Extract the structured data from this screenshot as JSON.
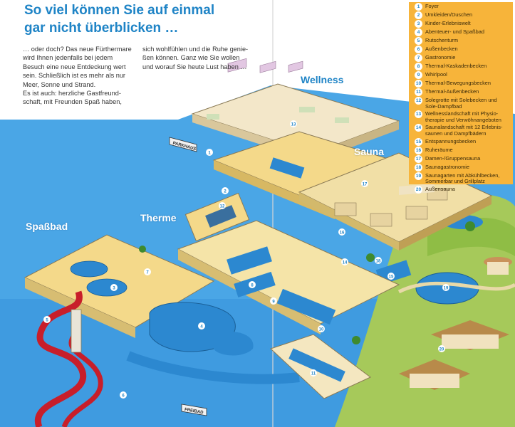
{
  "headline": {
    "line1": "So viel können Sie auf einmal",
    "line2": "gar nicht überblicken …"
  },
  "intro": {
    "left_lines": [
      "… oder doch? Das neue Fürthermare",
      "wird Ihnen jedenfalls bei jedem",
      "Besuch eine neue Entdeckung wert",
      "sein. Schließlich ist es mehr als nur",
      "Meer, Sonne und Strand.",
      "Es ist auch: herzliche Gastfreund-",
      "schaft, mit Freunden Spaß haben,"
    ],
    "right_lines": [
      "sich wohlfühlen und die Ruhe genie-",
      "ßen können. Ganz wie Sie wollen",
      "und worauf Sie heute Lust haben …"
    ]
  },
  "areas": {
    "wellness": "Wellness",
    "sauna": "Sauna",
    "spassbad": "Spaßbad",
    "therme": "Therme"
  },
  "signs": {
    "parkhaus": "PARKHAUS",
    "freibad": "FREIBAD"
  },
  "legend": [
    {
      "num": "1",
      "label": "Foyer"
    },
    {
      "num": "2",
      "label": "Umkleiden/Duschen"
    },
    {
      "num": "3",
      "label": "Kinder-Erlebniswelt"
    },
    {
      "num": "4",
      "label": "Abenteuer- und Spaßbad"
    },
    {
      "num": "5",
      "label": "Rutschenturm"
    },
    {
      "num": "6",
      "label": "Außenbecken"
    },
    {
      "num": "7",
      "label": "Gastronomie"
    },
    {
      "num": "8",
      "label": "Thermal-Kaskadenbecken"
    },
    {
      "num": "9",
      "label": "Whirlpool"
    },
    {
      "num": "10",
      "label": "Thermal-Bewegungsbecken"
    },
    {
      "num": "11",
      "label": "Thermal-Außenbecken"
    },
    {
      "num": "12",
      "label": "Solegrotte mit Solebecken und\nSole-Dampfbad"
    },
    {
      "num": "13",
      "label": "Wellnesslandschaft mit Physio-\ntherapie und Verwöhnangeboten"
    },
    {
      "num": "14",
      "label": "Saunalandschaft mit 12 Erlebnis-\nsaunen und Dampfbädern"
    },
    {
      "num": "15",
      "label": "Entspannungsbecken"
    },
    {
      "num": "16",
      "label": "Ruheräume"
    },
    {
      "num": "17",
      "label": "Damen-/Gruppensauna"
    },
    {
      "num": "18",
      "label": "Saunagastronomie"
    },
    {
      "num": "19",
      "label": "Saunagarten mit Abkühlbecken,\nSommerbar und Grillplatz"
    },
    {
      "num": "20",
      "label": "Außensauna"
    }
  ],
  "map_markers": [
    "1",
    "2",
    "3",
    "4",
    "5",
    "6",
    "7",
    "8",
    "9",
    "10",
    "11",
    "12",
    "13",
    "14",
    "15",
    "16",
    "17",
    "18",
    "19",
    "20"
  ],
  "colors": {
    "headline_blue": "#1f84c6",
    "legend_orange": "#f7b43a",
    "water_blue": "#2c88d0",
    "sky_blue": "#4aa6e6",
    "floor_yellow": "#f4d98a",
    "grass_green": "#a6c95a",
    "slide_red": "#c81e2a"
  }
}
